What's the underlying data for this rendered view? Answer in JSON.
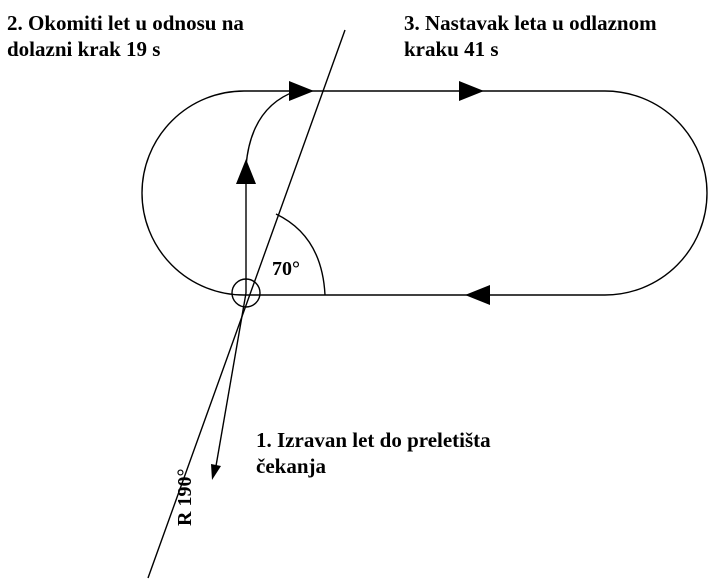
{
  "labels": {
    "step2_line1": "2. Okomiti let u odnosu na",
    "step2_line2": "dolazni krak 19 s",
    "step3_line1": "3. Nastavak leta u odlaznom",
    "step3_line2": "kraku 41 s",
    "step1_line1": "1. Izravan let do preletišta",
    "step1_line2": "čekanja",
    "angle": "70°",
    "radial": "R 190°"
  },
  "colors": {
    "stroke": "#000000",
    "background": "#ffffff"
  }
}
